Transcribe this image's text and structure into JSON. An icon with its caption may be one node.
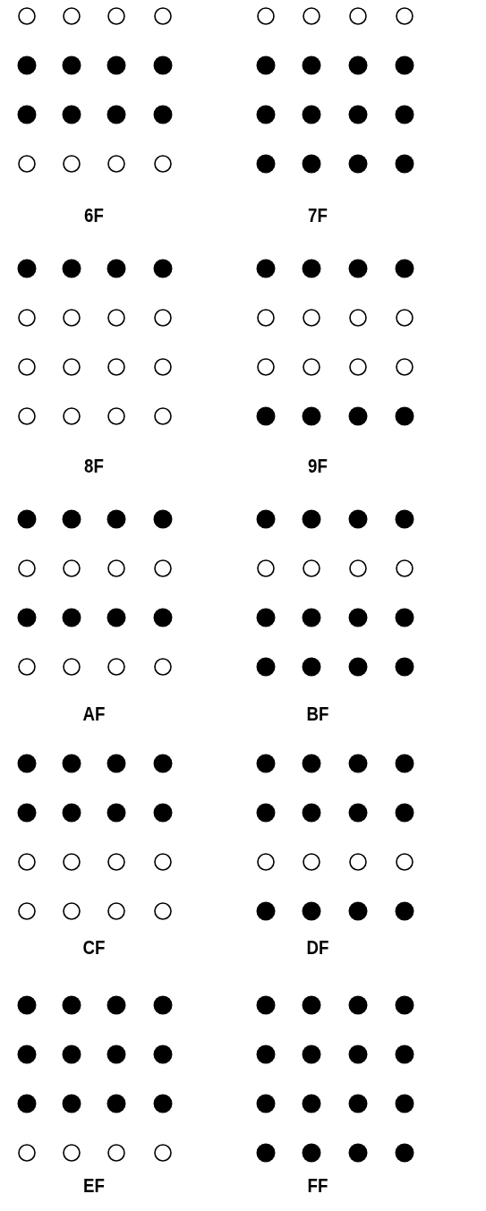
{
  "diagram": {
    "labels": [
      "6F",
      "7F",
      "8F",
      "9F",
      "AF",
      "BF",
      "CF",
      "DF",
      "EF",
      "FF"
    ]
  }
}
